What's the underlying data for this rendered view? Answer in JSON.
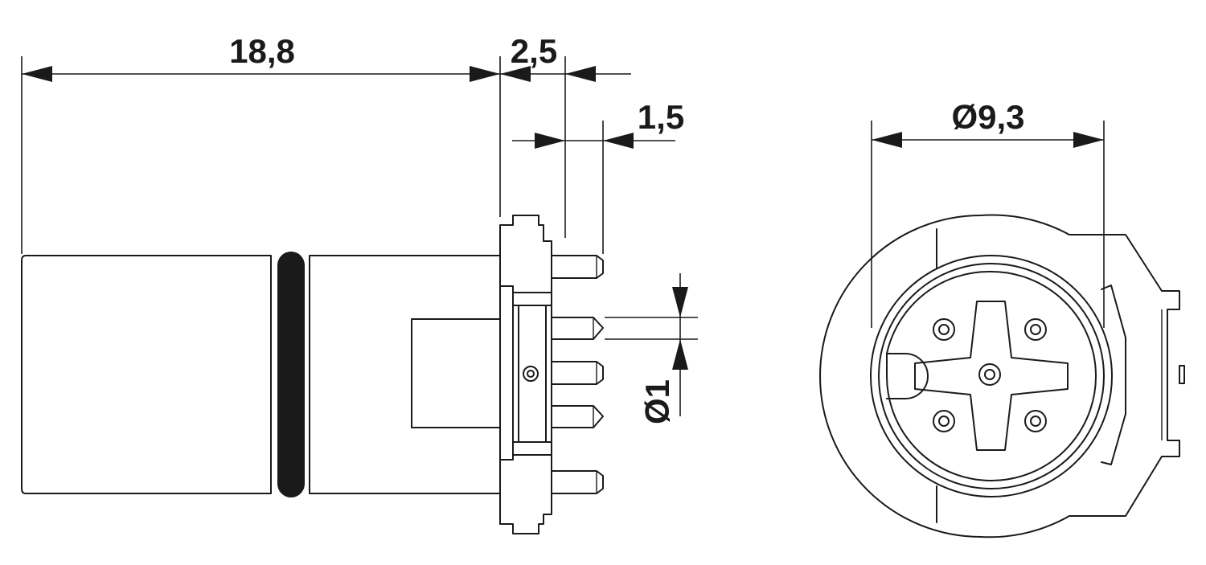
{
  "dimensions": {
    "overall_length": "18,8",
    "flange_to_pin_end": "2,5",
    "pin_protrusion": "1,5",
    "pin_diameter": "Ø1",
    "face_diameter": "Ø9,3"
  },
  "colors": {
    "line": "#1a1a1a",
    "background": "#ffffff"
  }
}
